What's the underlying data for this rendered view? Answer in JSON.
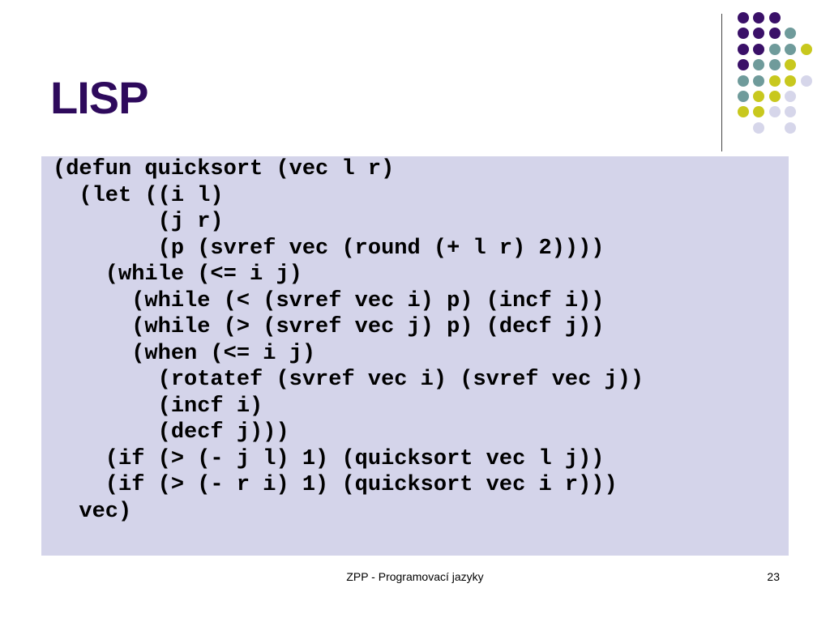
{
  "slide": {
    "title": "LISP",
    "code_lines": [
      "(defun quicksort (vec l r)",
      "  (let ((i l)",
      "        (j r)",
      "        (p (svref vec (round (+ l r) 2))))",
      "    (while (<= i j)",
      "      (while (< (svref vec i) p) (incf i))",
      "      (while (> (svref vec j) p) (decf j))",
      "      (when (<= i j)",
      "        (rotatef (svref vec i) (svref vec j))",
      "        (incf i)",
      "        (decf j)))",
      "    (if (> (- j l) 1) (quicksort vec l j))",
      "    (if (> (- r i) 1) (quicksort vec i r)))",
      "  vec)"
    ],
    "footer": "ZPP - Programovací jazyky",
    "page_number": "23"
  },
  "colors": {
    "title": "#2e0a5c",
    "code_background": "#d4d4ea",
    "dot_purple": "#3a1068",
    "dot_teal": "#6f9b9b",
    "dot_yellow": "#c8c81e",
    "dot_lavender": "#d6d6ea"
  },
  "decoration": {
    "dot_grid": [
      [
        "purple",
        "purple",
        "purple",
        "",
        ""
      ],
      [
        "purple",
        "purple",
        "purple",
        "teal",
        ""
      ],
      [
        "purple",
        "purple",
        "teal",
        "teal",
        "yellow"
      ],
      [
        "purple",
        "teal",
        "teal",
        "yellow",
        ""
      ],
      [
        "teal",
        "teal",
        "yellow",
        "yellow",
        "lavender"
      ],
      [
        "teal",
        "yellow",
        "yellow",
        "lavender",
        ""
      ],
      [
        "yellow",
        "yellow",
        "lavender",
        "lavender",
        ""
      ],
      [
        "",
        "lavender",
        "",
        "lavender",
        ""
      ]
    ]
  }
}
